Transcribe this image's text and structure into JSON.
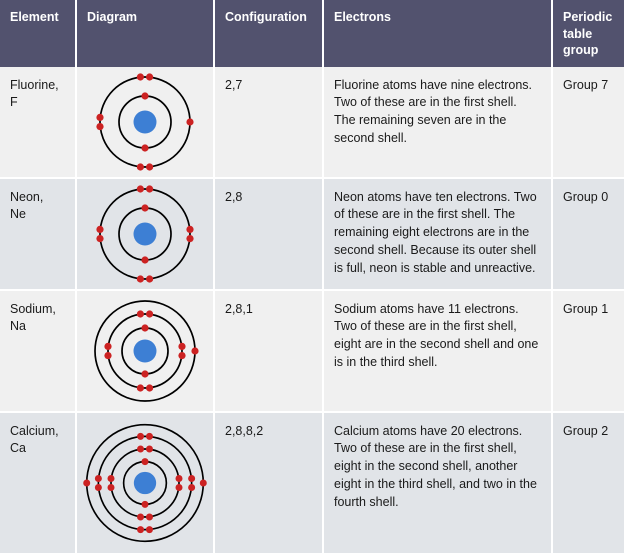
{
  "table": {
    "headers": [
      {
        "label": "Element",
        "key": "element"
      },
      {
        "label": "Diagram",
        "key": "diagram"
      },
      {
        "label": "Configuration",
        "key": "configuration"
      },
      {
        "label": "Electrons",
        "key": "electrons"
      },
      {
        "label": "Periodic table group",
        "key": "group"
      }
    ],
    "rows": [
      {
        "element": "Fluorine,\nF",
        "element_name": "Fluorine",
        "symbol": "F",
        "configuration": "2,7",
        "electrons": "Fluorine atoms have nine electrons. Two of these are in the first shell. The remaining seven are in the second shell.",
        "group": "Group 7",
        "diagram": {
          "name": "fluorine-atom-diagram",
          "nucleus_color": "#3d7fd4",
          "electron_color": "#cc2222",
          "shell_color": "#000000",
          "shells": [
            {
              "radius": 26,
              "electrons": 2,
              "positions": [
                "top",
                "bottom"
              ]
            },
            {
              "radius": 45,
              "electrons": 7,
              "positions": [
                "top-pair",
                "left-pair",
                "bottom-pair",
                "right-single"
              ]
            }
          ]
        }
      },
      {
        "element": "Neon,\nNe",
        "element_name": "Neon",
        "symbol": "Ne",
        "configuration": "2,8",
        "electrons": "Neon atoms have ten electrons. Two of these are in the first shell. The remaining eight electrons are in the second shell. Because its outer shell is full, neon is stable and unreactive.",
        "group": "Group 0",
        "diagram": {
          "name": "neon-atom-diagram",
          "nucleus_color": "#3d7fd4",
          "electron_color": "#cc2222",
          "shell_color": "#000000",
          "shells": [
            {
              "radius": 26,
              "electrons": 2,
              "positions": [
                "top",
                "bottom"
              ]
            },
            {
              "radius": 45,
              "electrons": 8,
              "positions": [
                "top-pair",
                "left-pair",
                "bottom-pair",
                "right-pair"
              ]
            }
          ]
        }
      },
      {
        "element": "Sodium,\nNa",
        "element_name": "Sodium",
        "symbol": "Na",
        "configuration": "2,8,1",
        "electrons": "Sodium atoms have 11 electrons. Two of these are in the first shell, eight are in the second shell and one is in the third shell.",
        "group": "Group 1",
        "diagram": {
          "name": "sodium-atom-diagram",
          "nucleus_color": "#3d7fd4",
          "electron_color": "#cc2222",
          "shell_color": "#000000",
          "shells": [
            {
              "radius": 23,
              "electrons": 2,
              "positions": [
                "top",
                "bottom"
              ]
            },
            {
              "radius": 37,
              "electrons": 8,
              "positions": [
                "top-pair",
                "left-pair",
                "bottom-pair",
                "right-pair"
              ]
            },
            {
              "radius": 50,
              "electrons": 1,
              "positions": [
                "right-single"
              ]
            }
          ]
        }
      },
      {
        "element": "Calcium,\nCa",
        "element_name": "Calcium",
        "symbol": "Ca",
        "configuration": "2,8,8,2",
        "electrons": "Calcium atoms have 20 electrons. Two of these are in the first shell, eight in the second shell, another eight in the third shell, and two in the fourth shell.",
        "group": "Group 2",
        "diagram": {
          "name": "calcium-atom-diagram",
          "nucleus_color": "#3d7fd4",
          "electron_color": "#cc2222",
          "shell_color": "#000000",
          "shells": [
            {
              "radius": 22,
              "electrons": 2,
              "positions": [
                "top",
                "bottom"
              ]
            },
            {
              "radius": 35,
              "electrons": 8,
              "positions": [
                "top-pair",
                "left-pair",
                "bottom-pair",
                "right-pair"
              ]
            },
            {
              "radius": 48,
              "electrons": 8,
              "positions": [
                "top-pair",
                "left-pair",
                "bottom-pair",
                "right-pair"
              ]
            },
            {
              "radius": 60,
              "electrons": 2,
              "positions": [
                "left-single",
                "right-single"
              ]
            }
          ]
        }
      }
    ]
  },
  "style": {
    "header_bg": "#52526e",
    "header_text": "#ffffff",
    "row_odd_bg": "#f0f0f0",
    "row_even_bg": "#e1e4e8",
    "grid_line": "#ffffff",
    "body_text": "#1a1a1a",
    "nucleus_color": "#3d7fd4",
    "electron_color": "#cc2222"
  }
}
